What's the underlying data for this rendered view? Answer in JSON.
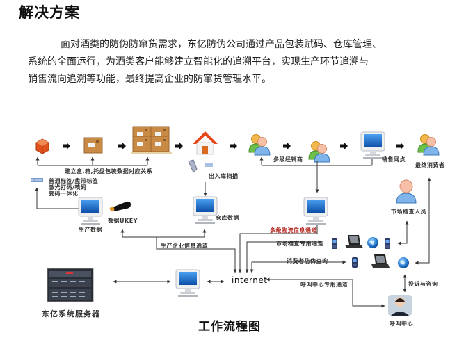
{
  "heading": "解决方案",
  "paragraph": {
    "line1": "面对酒类的防伪防窜货需求，东亿防伪公司通过产品包装赋码、仓库管理、",
    "line2": "系统的全面运行，为酒类客户能够建立智能化的追溯平台，实现生产环节追溯与",
    "line3": "销售流向追溯等功能，最终提高企业的防窜货管理水平。"
  },
  "diagram": {
    "title": "工作流程图",
    "labels": {
      "package_relation": "建立盒,箱,托盘包装数据对应关系",
      "label_types_1": "普通标签/盘带标签",
      "label_types_2": "激光打码/喷码",
      "label_types_3": "变码一体化",
      "production_data": "生产数据",
      "data_ukey": "数据UKEY",
      "warehouse_scan": "出入库扫描",
      "warehouse_data": "仓库数据",
      "distributors": "多级经销商",
      "sales_outlet": "销售网点",
      "final_consumer": "最终消费者",
      "market_inspector": "市场稽查人员",
      "logistics_channel": "多级物流信息通道",
      "enterprise_channel": "生产企业信息通道",
      "market_channel": "市场稽查专用通道",
      "consumer_query": "消费者防伪查询",
      "internet": "internet",
      "callcenter_channel": "呼叫中心专用通道",
      "complaint": "投诉与咨询",
      "call_center": "呼叫中心",
      "server": "东亿系统服务器"
    },
    "colors": {
      "box": "#c98a45",
      "cube": "#e0531e",
      "house_roof": "#e8471a",
      "monitor_screen": "#1a6fc9",
      "globe": "#2a7fd4",
      "accent_red": "#b3261e",
      "line": "#333333"
    }
  }
}
